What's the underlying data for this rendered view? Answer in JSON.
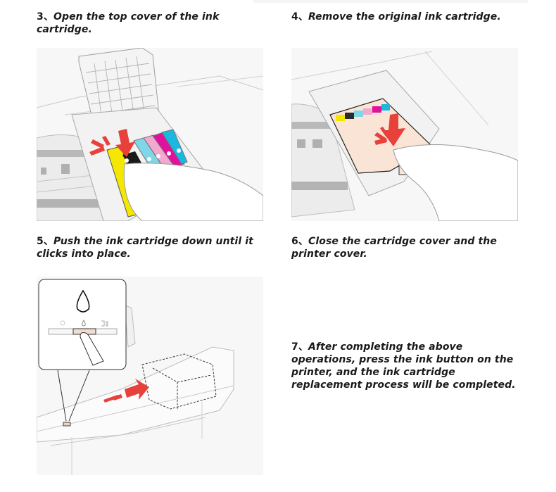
{
  "steps": [
    {
      "number": "3、",
      "text": "Open the top cover of the ink cartridge."
    },
    {
      "number": "4、",
      "text": "Remove the original ink cartridge."
    },
    {
      "number": "5、",
      "text": "Push the ink cartridge down until it clicks into place."
    },
    {
      "number": "6、",
      "text": "Close the cartridge cover and the printer cover."
    },
    {
      "number": "7、",
      "text": "After completing the above operations, press the ink button on the printer, and the ink cartridge replacement process will be completed."
    }
  ],
  "illustrations": {
    "step3": {
      "subject": "open cartridge cover with six ink cartridges, finger pressing yellow cartridge",
      "cartridge_colors": [
        "#f5e800",
        "#1a1a1a",
        "#7fd6e6",
        "#f2a9d0",
        "#e0119a",
        "#18b8e0"
      ],
      "arrow_color": "#e8403a"
    },
    "step4": {
      "subject": "cartridge cover closed, finger pressing down",
      "color_strip": [
        "#f5e800",
        "#2a2a2a",
        "#7fd6e6",
        "#f2a9d0",
        "#e0119a",
        "#18b8e0"
      ],
      "cover_color": "#f9e4d6",
      "arrow_color": "#e8403a"
    },
    "step5": {
      "subject": "finger pressing ink button on printer control panel",
      "callout_icons": [
        "power-icon",
        "ink-drop-icon",
        "paper-icon"
      ],
      "arrow_color": "#e8403a"
    }
  }
}
